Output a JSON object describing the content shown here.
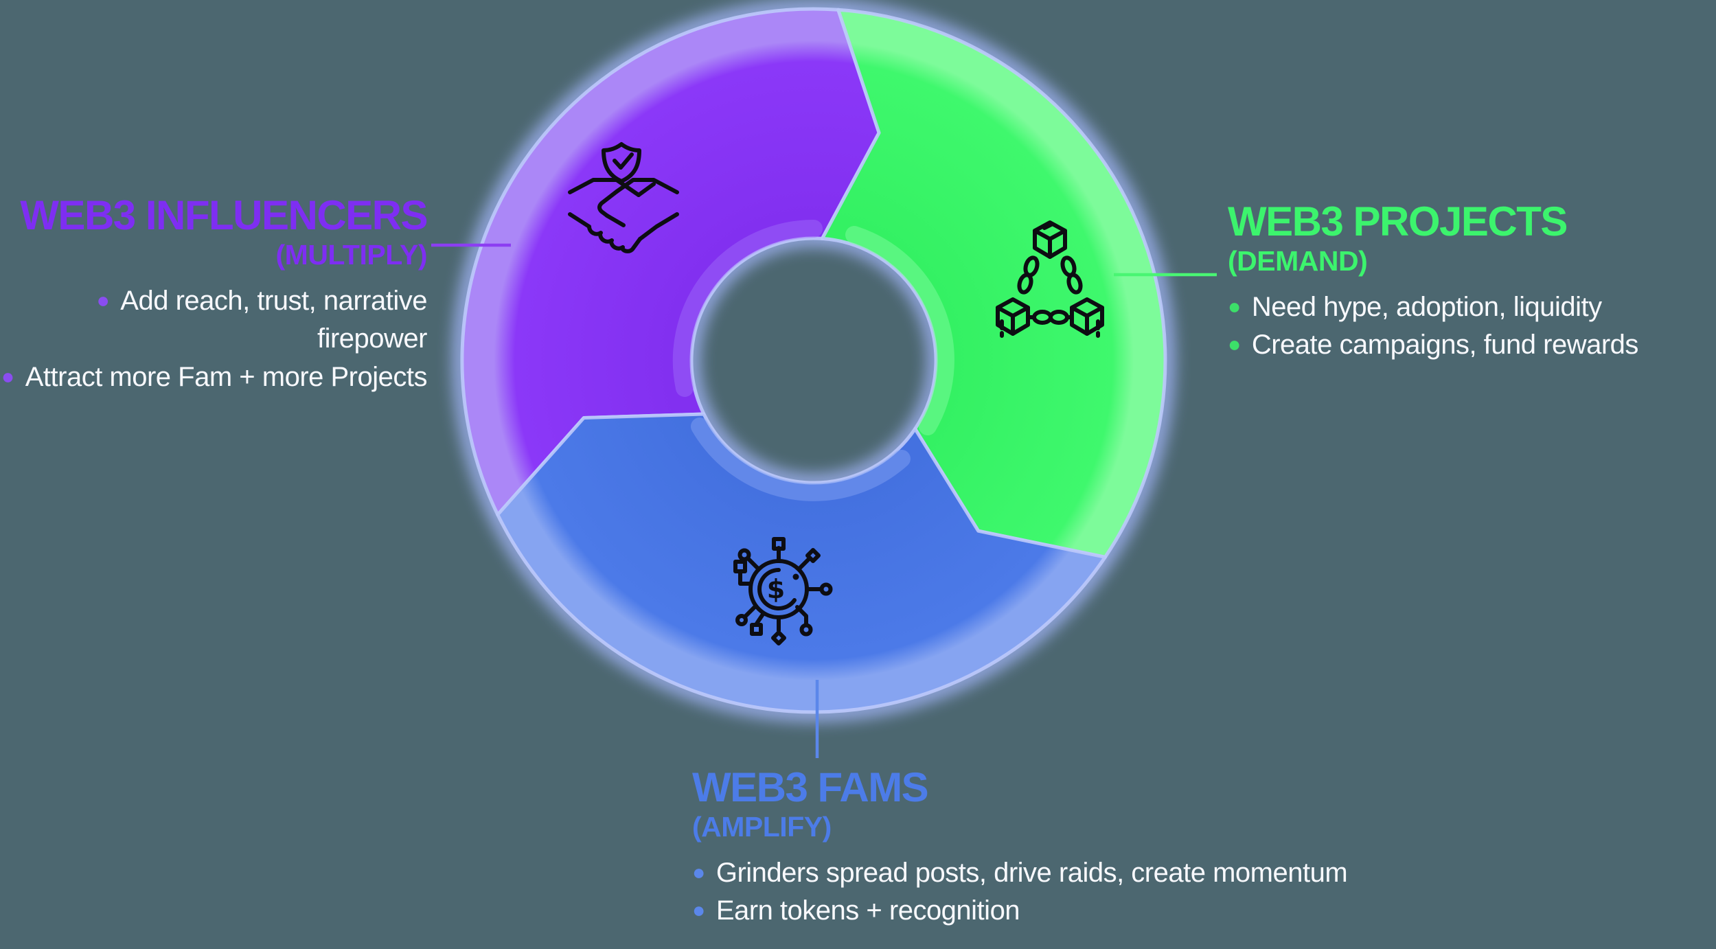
{
  "diagram_title": "web3-cycle-diagram",
  "colors": {
    "background": "#4c6770",
    "glow": "#a3b5f8",
    "text": "#f8f9fd",
    "icon_stroke": "#0d0d12",
    "purple": {
      "deep": "#8230f0",
      "main": "#8b38f8",
      "rim": "#ab87f7",
      "title": "#7e2ef2",
      "connector": "#8c3ef2",
      "inner_highlight": "#a06ef8"
    },
    "green": {
      "deep": "#34f163",
      "main": "#3ff86d",
      "rim": "#7dfb9a",
      "title": "#3cf46d",
      "connector": "#49f573",
      "inner_highlight": "#7efb9d"
    },
    "blue": {
      "deep": "#4471e0",
      "main": "#4c7ae8",
      "rim": "#86a4f1",
      "title": "#4c7ce8",
      "connector": "#5b87ea",
      "inner_highlight": "#7fa0f2"
    }
  },
  "sections": {
    "influencers": {
      "title": "WEB3 INFLUENCERS",
      "subtitle": "(MULTIPLY)",
      "bullets": [
        "Add reach, trust, narrative firepower",
        "Attract more Fam + more Projects"
      ]
    },
    "projects": {
      "title": "WEB3 PROJECTS",
      "subtitle": "(DEMAND)",
      "bullets": [
        "Need hype, adoption, liquidity",
        "Create campaigns, fund rewards"
      ]
    },
    "fams": {
      "title": "WEB3 FAMS",
      "subtitle": "(AMPLIFY)",
      "bullets": [
        "Grinders spread posts, drive raids, create momentum",
        "Earn tokens + recognition"
      ]
    }
  },
  "icons": {
    "influencers": "shield-handshake-icon",
    "projects": "blockchain-icon",
    "fams": "dollar-network-icon",
    "dollar_symbol": "$"
  }
}
